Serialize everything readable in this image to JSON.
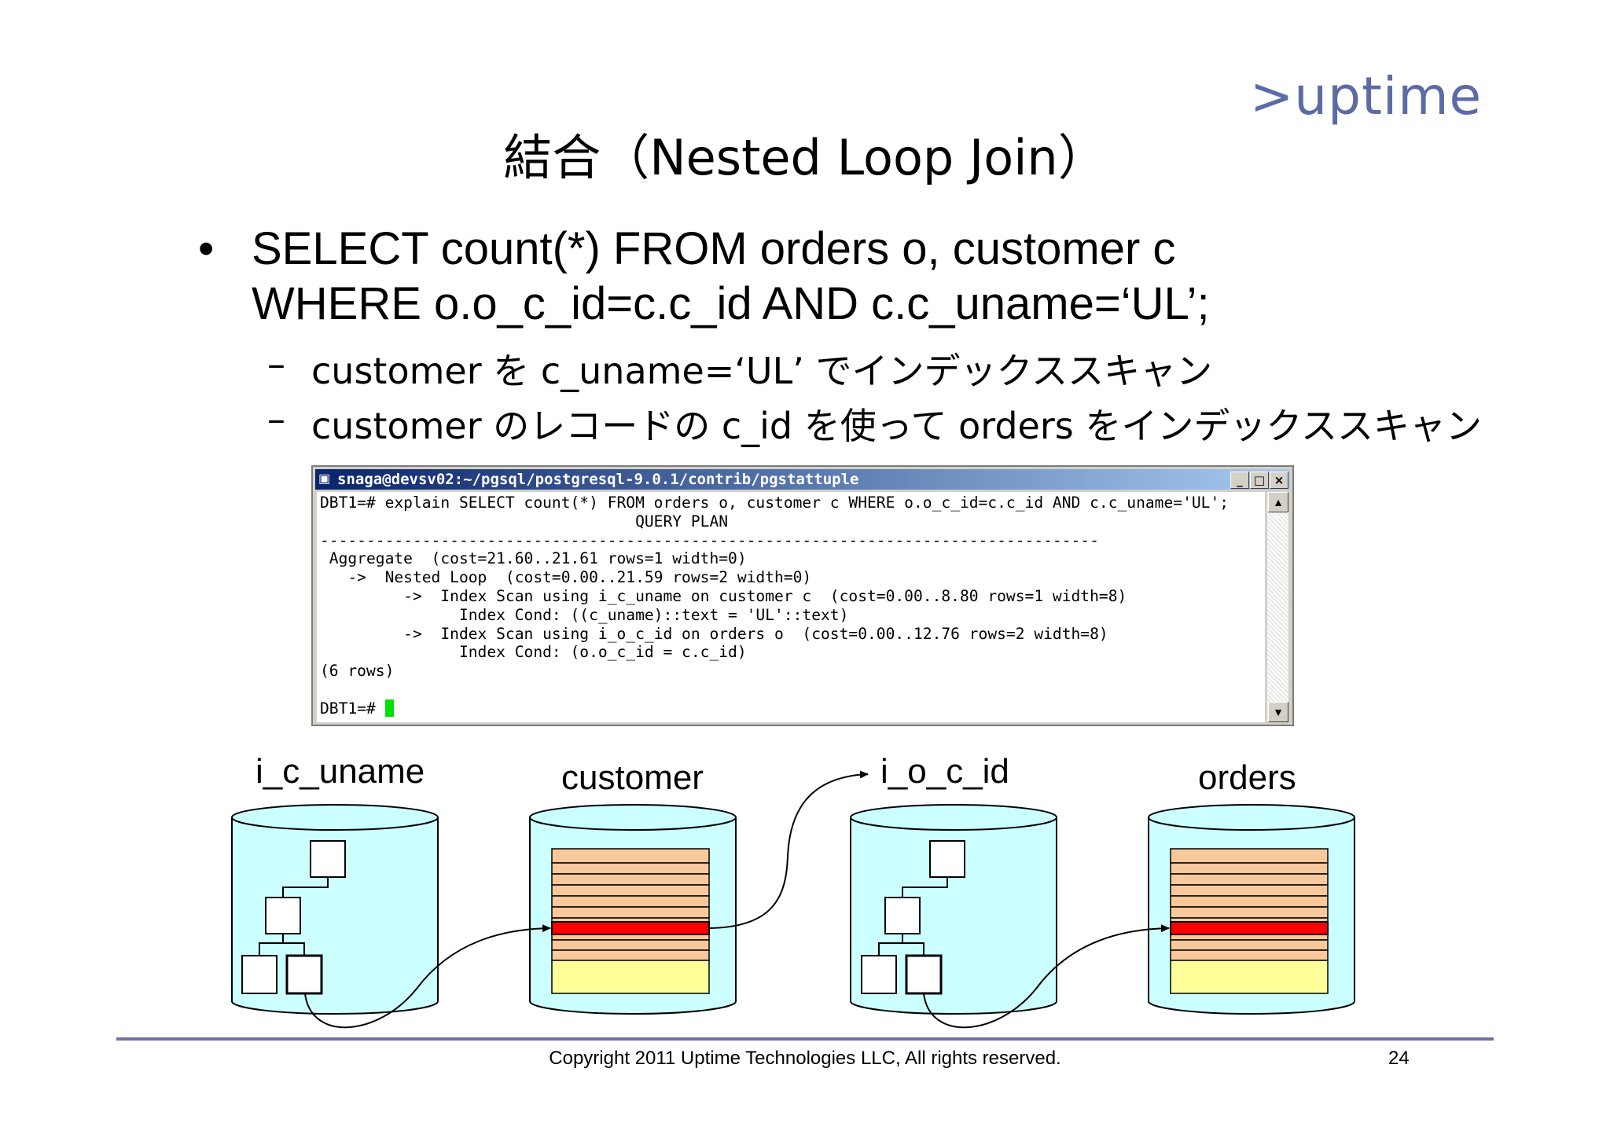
{
  "logo": ">uptime",
  "title": "結合（Nested Loop Join）",
  "bullet": {
    "marker": "•",
    "line1": "SELECT count(*) FROM orders o, customer c",
    "line2": "WHERE o.o_c_id=c.c_id AND c.c_uname=‘UL’;"
  },
  "sub_bullets": [
    {
      "dash": "–",
      "text": "customer を c_uname=‘UL’ でインデックススキャン"
    },
    {
      "dash": "–",
      "text": "customer のレコードの c_id を使って orders をインデックススキャン"
    }
  ],
  "terminal": {
    "title": "snaga@devsv02:~/pgsql/postgresql-9.0.1/contrib/pgstattuple",
    "lines": [
      "DBT1=# explain SELECT count(*) FROM orders o, customer c WHERE o.o_c_id=c.c_id AND c.c_uname='UL';",
      "                                  QUERY PLAN",
      "------------------------------------------------------------------------------------",
      " Aggregate  (cost=21.60..21.61 rows=1 width=0)",
      "   ->  Nested Loop  (cost=0.00..21.59 rows=2 width=0)",
      "         ->  Index Scan using i_c_uname on customer c  (cost=0.00..8.80 rows=1 width=8)",
      "               Index Cond: ((c_uname)::text = 'UL'::text)",
      "         ->  Index Scan using i_o_c_id on orders o  (cost=0.00..12.76 rows=2 width=8)",
      "               Index Cond: (o.o_c_id = c.c_id)",
      "(6 rows)",
      ""
    ],
    "prompt": "DBT1=# ",
    "buttons": {
      "minimize": "_",
      "maximize": "□",
      "close": "×"
    },
    "scroll_up": "▲",
    "scroll_down": "▼"
  },
  "diagram": {
    "labels": [
      "i_c_uname",
      "customer",
      "i_o_c_id",
      "orders"
    ],
    "colors": {
      "cylinder": "#ccffff",
      "row": "#f9c89b",
      "highlight": "#ff0000",
      "empty": "#ffff99"
    }
  },
  "footer": {
    "copyright": "Copyright 2011 Uptime Technologies LLC, All rights reserved.",
    "page": "24"
  }
}
